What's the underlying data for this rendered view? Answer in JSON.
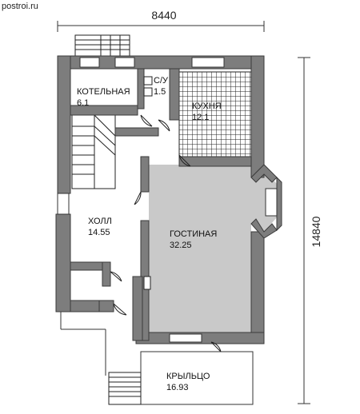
{
  "watermark": "postroi.ru",
  "dimensions": {
    "width": "8440",
    "height": "14840"
  },
  "rooms": [
    {
      "id": "boiler",
      "name": "КОТЕЛЬНАЯ",
      "area": "6.1"
    },
    {
      "id": "wc",
      "name": "С/У",
      "area": "1.5"
    },
    {
      "id": "kitchen",
      "name": "КУХНЯ",
      "area": "12.1"
    },
    {
      "id": "hall",
      "name": "ХОЛЛ",
      "area": "14.55"
    },
    {
      "id": "living",
      "name": "ГОСТИНАЯ",
      "area": "32.25"
    },
    {
      "id": "porch",
      "name": "КРЫЛЬЦО",
      "area": "16.93"
    }
  ],
  "colors": {
    "wall": "#7d7d7d",
    "living_floor": "#c8c8c8",
    "kitchen_grid": "#222222"
  }
}
